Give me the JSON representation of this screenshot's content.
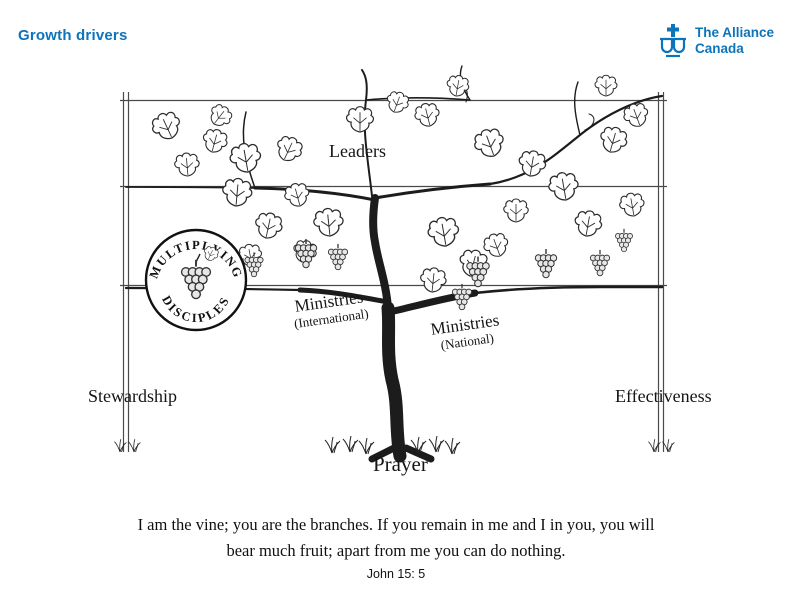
{
  "header": {
    "title": "Growth drivers"
  },
  "logo": {
    "icon": "alliance-emblem",
    "line1": "The Alliance",
    "line2": "Canada"
  },
  "diagram": {
    "labels": {
      "leaders": "Leaders",
      "multiplying": "MULTIPLYING",
      "disciples": "DISCIPLES",
      "ministries_intl": "Ministries",
      "ministries_intl_sub": "(International)",
      "ministries_natl": "Ministries",
      "ministries_natl_sub": "(National)",
      "stewardship": "Stewardship",
      "effectiveness": "Effectiveness",
      "prayer": "Prayer"
    }
  },
  "quote": {
    "line1": "I am the vine; you are the branches. If you remain in me and I in you, you will",
    "line2": "bear much fruit; apart from me you can do nothing.",
    "reference": "John 15: 5"
  },
  "colors": {
    "brand_blue": "#0d74ba",
    "ink": "#1a1a1a"
  }
}
